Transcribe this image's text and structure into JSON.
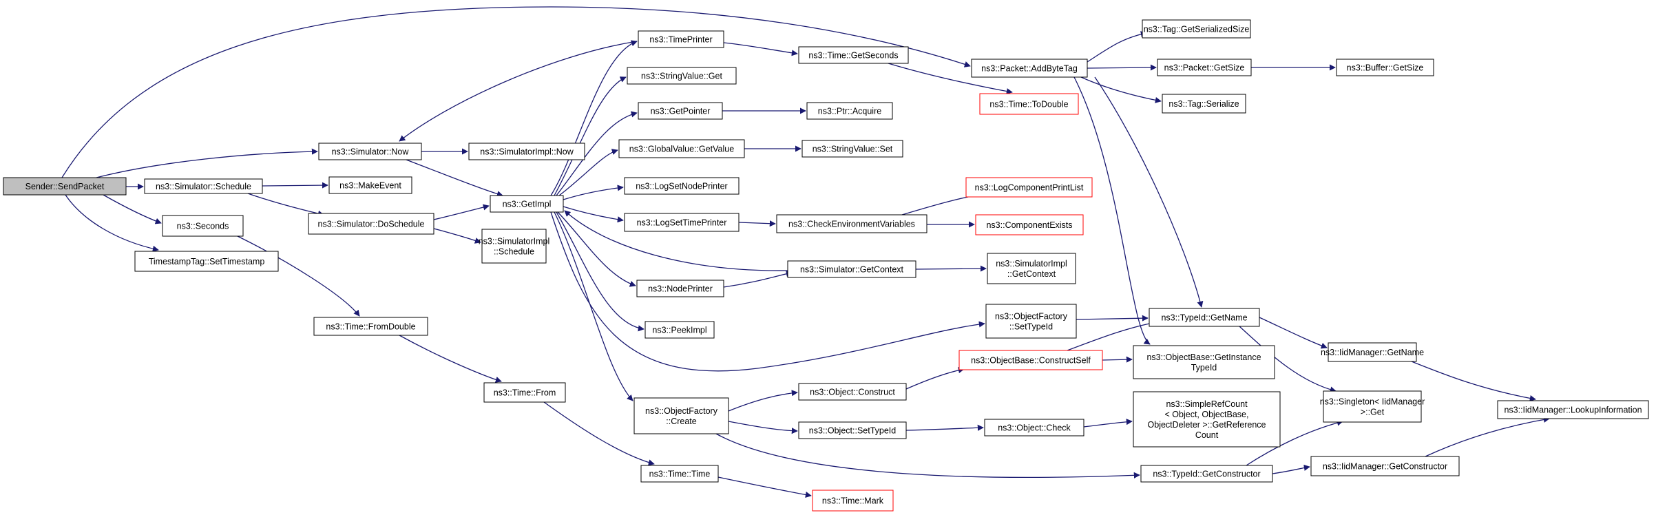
{
  "colors": {
    "edge": "#191970",
    "node_border": "#000000",
    "truncated_border": "#ff0000",
    "root_fill": "#bfbfbf",
    "background": "#ffffff"
  },
  "nodes": {
    "send_packet": {
      "lines": [
        "Sender::SendPacket"
      ]
    },
    "sim_schedule": {
      "lines": [
        "ns3::Simulator::Schedule"
      ]
    },
    "seconds": {
      "lines": [
        "ns3::Seconds"
      ]
    },
    "set_timestamp": {
      "lines": [
        "TimestampTag::SetTimestamp"
      ]
    },
    "sim_now": {
      "lines": [
        "ns3::Simulator::Now"
      ]
    },
    "simimpl_now": {
      "lines": [
        "ns3::SimulatorImpl::Now"
      ]
    },
    "make_event": {
      "lines": [
        "ns3::MakeEvent"
      ]
    },
    "do_schedule": {
      "lines": [
        "ns3::Simulator::DoSchedule"
      ]
    },
    "simimpl_schedule": {
      "lines": [
        "ns3::SimulatorImpl",
        "::Schedule"
      ]
    },
    "get_impl": {
      "lines": [
        "ns3::GetImpl"
      ]
    },
    "from_double": {
      "lines": [
        "ns3::Time::FromDouble"
      ]
    },
    "time_from": {
      "lines": [
        "ns3::Time::From"
      ]
    },
    "time_printer": {
      "lines": [
        "ns3::TimePrinter"
      ]
    },
    "string_get": {
      "lines": [
        "ns3::StringValue::Get"
      ]
    },
    "get_pointer": {
      "lines": [
        "ns3::GetPointer"
      ]
    },
    "gv_get_value": {
      "lines": [
        "ns3::GlobalValue::GetValue"
      ]
    },
    "log_node_printer": {
      "lines": [
        "ns3::LogSetNodePrinter"
      ]
    },
    "log_time_printer": {
      "lines": [
        "ns3::LogSetTimePrinter"
      ]
    },
    "node_printer": {
      "lines": [
        "ns3::NodePrinter"
      ]
    },
    "peek_impl": {
      "lines": [
        "ns3::PeekImpl"
      ]
    },
    "of_create": {
      "lines": [
        "ns3::ObjectFactory",
        "::Create"
      ]
    },
    "time_time": {
      "lines": [
        "ns3::Time::Time"
      ]
    },
    "time_get_seconds": {
      "lines": [
        "ns3::Time::GetSeconds"
      ]
    },
    "ptr_acquire": {
      "lines": [
        "ns3::Ptr::Acquire"
      ]
    },
    "string_set": {
      "lines": [
        "ns3::StringValue::Set"
      ]
    },
    "check_env": {
      "lines": [
        "ns3::CheckEnvironmentVariables"
      ]
    },
    "sim_get_context": {
      "lines": [
        "ns3::Simulator::GetContext"
      ]
    },
    "obj_construct": {
      "lines": [
        "ns3::Object::Construct"
      ]
    },
    "obj_set_typeid": {
      "lines": [
        "ns3::Object::SetTypeId"
      ]
    },
    "time_mark": {
      "lines": [
        "ns3::Time::Mark"
      ]
    },
    "packet_add_byte_tag": {
      "lines": [
        "ns3::Packet::AddByteTag"
      ]
    },
    "time_to_double": {
      "lines": [
        "ns3::Time::ToDouble"
      ]
    },
    "log_component_print_list": {
      "lines": [
        "ns3::LogComponentPrintList"
      ]
    },
    "component_exists": {
      "lines": [
        "ns3::ComponentExists"
      ]
    },
    "simimpl_get_context": {
      "lines": [
        "ns3::SimulatorImpl",
        "::GetContext"
      ]
    },
    "of_set_typeid": {
      "lines": [
        "ns3::ObjectFactory",
        "::SetTypeId"
      ]
    },
    "ob_construct_self": {
      "lines": [
        "ns3::ObjectBase::ConstructSelf"
      ]
    },
    "obj_check": {
      "lines": [
        "ns3::Object::Check"
      ]
    },
    "tag_get_serialized_size": {
      "lines": [
        "ns3::Tag::GetSerializedSize"
      ]
    },
    "packet_get_size": {
      "lines": [
        "ns3::Packet::GetSize"
      ]
    },
    "tag_serialize": {
      "lines": [
        "ns3::Tag::Serialize"
      ]
    },
    "typeid_get_name": {
      "lines": [
        "ns3::TypeId::GetName"
      ]
    },
    "ob_get_instance_typeid": {
      "lines": [
        "ns3::ObjectBase::GetInstance",
        "TypeId"
      ]
    },
    "simple_ref_count": {
      "lines": [
        "ns3::SimpleRefCount",
        "< Object, ObjectBase,",
        "ObjectDeleter >::GetReference",
        "Count"
      ]
    },
    "typeid_get_constructor": {
      "lines": [
        "ns3::TypeId::GetConstructor"
      ]
    },
    "buffer_get_size": {
      "lines": [
        "ns3::Buffer::GetSize"
      ]
    },
    "iid_get_name": {
      "lines": [
        "ns3::IidManager::GetName"
      ]
    },
    "singleton_get": {
      "lines": [
        "ns3::Singleton< IidManager",
        ">::Get"
      ]
    },
    "iid_get_constructor": {
      "lines": [
        "ns3::IidManager::GetConstructor"
      ]
    },
    "iid_lookup": {
      "lines": [
        "ns3::IidManager::LookupInformation"
      ]
    }
  },
  "edges": [
    [
      "send_packet",
      "sim_schedule"
    ],
    [
      "send_packet",
      "seconds"
    ],
    [
      "send_packet",
      "set_timestamp"
    ],
    [
      "send_packet",
      "sim_now"
    ],
    [
      "send_packet",
      "packet_add_byte_tag"
    ],
    [
      "sim_schedule",
      "make_event"
    ],
    [
      "sim_schedule",
      "do_schedule"
    ],
    [
      "seconds",
      "from_double"
    ],
    [
      "sim_now",
      "simimpl_now"
    ],
    [
      "sim_now",
      "get_impl"
    ],
    [
      "do_schedule",
      "get_impl"
    ],
    [
      "do_schedule",
      "simimpl_schedule"
    ],
    [
      "from_double",
      "time_from"
    ],
    [
      "time_from",
      "time_time"
    ],
    [
      "get_impl",
      "time_printer"
    ],
    [
      "get_impl",
      "string_get"
    ],
    [
      "get_impl",
      "get_pointer"
    ],
    [
      "get_impl",
      "gv_get_value"
    ],
    [
      "get_impl",
      "log_node_printer"
    ],
    [
      "get_impl",
      "log_time_printer"
    ],
    [
      "get_impl",
      "node_printer"
    ],
    [
      "get_impl",
      "peek_impl"
    ],
    [
      "get_impl",
      "of_create"
    ],
    [
      "get_impl",
      "of_set_typeid"
    ],
    [
      "time_printer",
      "time_get_seconds"
    ],
    [
      "time_printer",
      "sim_now"
    ],
    [
      "time_get_seconds",
      "time_to_double"
    ],
    [
      "get_pointer",
      "ptr_acquire"
    ],
    [
      "gv_get_value",
      "string_set"
    ],
    [
      "log_time_printer",
      "check_env"
    ],
    [
      "check_env",
      "log_component_print_list"
    ],
    [
      "check_env",
      "component_exists"
    ],
    [
      "node_printer",
      "sim_get_context"
    ],
    [
      "sim_get_context",
      "get_impl"
    ],
    [
      "sim_get_context",
      "simimpl_get_context"
    ],
    [
      "of_create",
      "obj_construct"
    ],
    [
      "of_create",
      "obj_set_typeid"
    ],
    [
      "of_create",
      "typeid_get_constructor"
    ],
    [
      "time_time",
      "time_mark"
    ],
    [
      "obj_construct",
      "ob_construct_self"
    ],
    [
      "obj_set_typeid",
      "obj_check"
    ],
    [
      "obj_check",
      "simple_ref_count"
    ],
    [
      "ob_construct_self",
      "typeid_get_name"
    ],
    [
      "ob_construct_self",
      "ob_get_instance_typeid"
    ],
    [
      "of_set_typeid",
      "typeid_get_name"
    ],
    [
      "packet_add_byte_tag",
      "tag_get_serialized_size"
    ],
    [
      "packet_add_byte_tag",
      "packet_get_size"
    ],
    [
      "packet_add_byte_tag",
      "tag_serialize"
    ],
    [
      "packet_add_byte_tag",
      "typeid_get_name"
    ],
    [
      "packet_add_byte_tag",
      "ob_get_instance_typeid"
    ],
    [
      "packet_get_size",
      "buffer_get_size"
    ],
    [
      "typeid_get_name",
      "iid_get_name"
    ],
    [
      "typeid_get_name",
      "singleton_get"
    ],
    [
      "iid_get_name",
      "iid_lookup"
    ],
    [
      "typeid_get_constructor",
      "iid_get_constructor"
    ],
    [
      "typeid_get_constructor",
      "singleton_get"
    ],
    [
      "iid_get_constructor",
      "iid_lookup"
    ]
  ]
}
